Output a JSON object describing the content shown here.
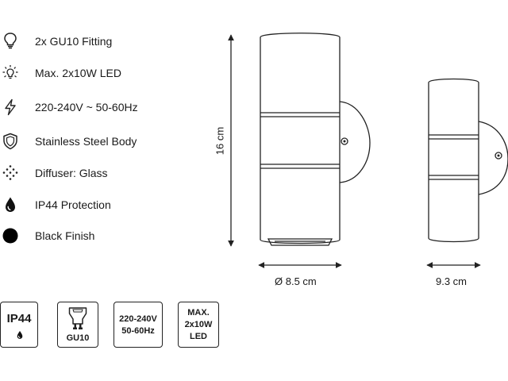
{
  "specs": [
    {
      "icon": "bulb-icon",
      "text": "2x GU10 Fitting"
    },
    {
      "icon": "light-rays-icon",
      "text": "Max. 2x10W LED"
    },
    {
      "icon": "lightning-icon",
      "text": "220-240V ~ 50-60Hz"
    },
    {
      "icon": "shield-icon",
      "text": "Stainless Steel Body"
    },
    {
      "icon": "diffuser-pattern-icon",
      "text": "Diffuser: Glass"
    },
    {
      "icon": "water-drop-icon",
      "text": "IP44 Protection"
    },
    {
      "icon": "black-circle-icon",
      "text": "Black Finish"
    }
  ],
  "badges": {
    "ip44": {
      "title": "IP44"
    },
    "gu10": {
      "label": "GU10"
    },
    "voltage": {
      "line1": "220-240V",
      "line2": "50-60Hz"
    },
    "max": {
      "line1": "MAX.",
      "line2": "2x10W",
      "line3": "LED"
    }
  },
  "dimensions": {
    "height": "16 cm",
    "diameter": "Ø 8.5 cm",
    "depth": "9.3 cm"
  },
  "colors": {
    "line": "#222222",
    "finish": "#000000"
  }
}
